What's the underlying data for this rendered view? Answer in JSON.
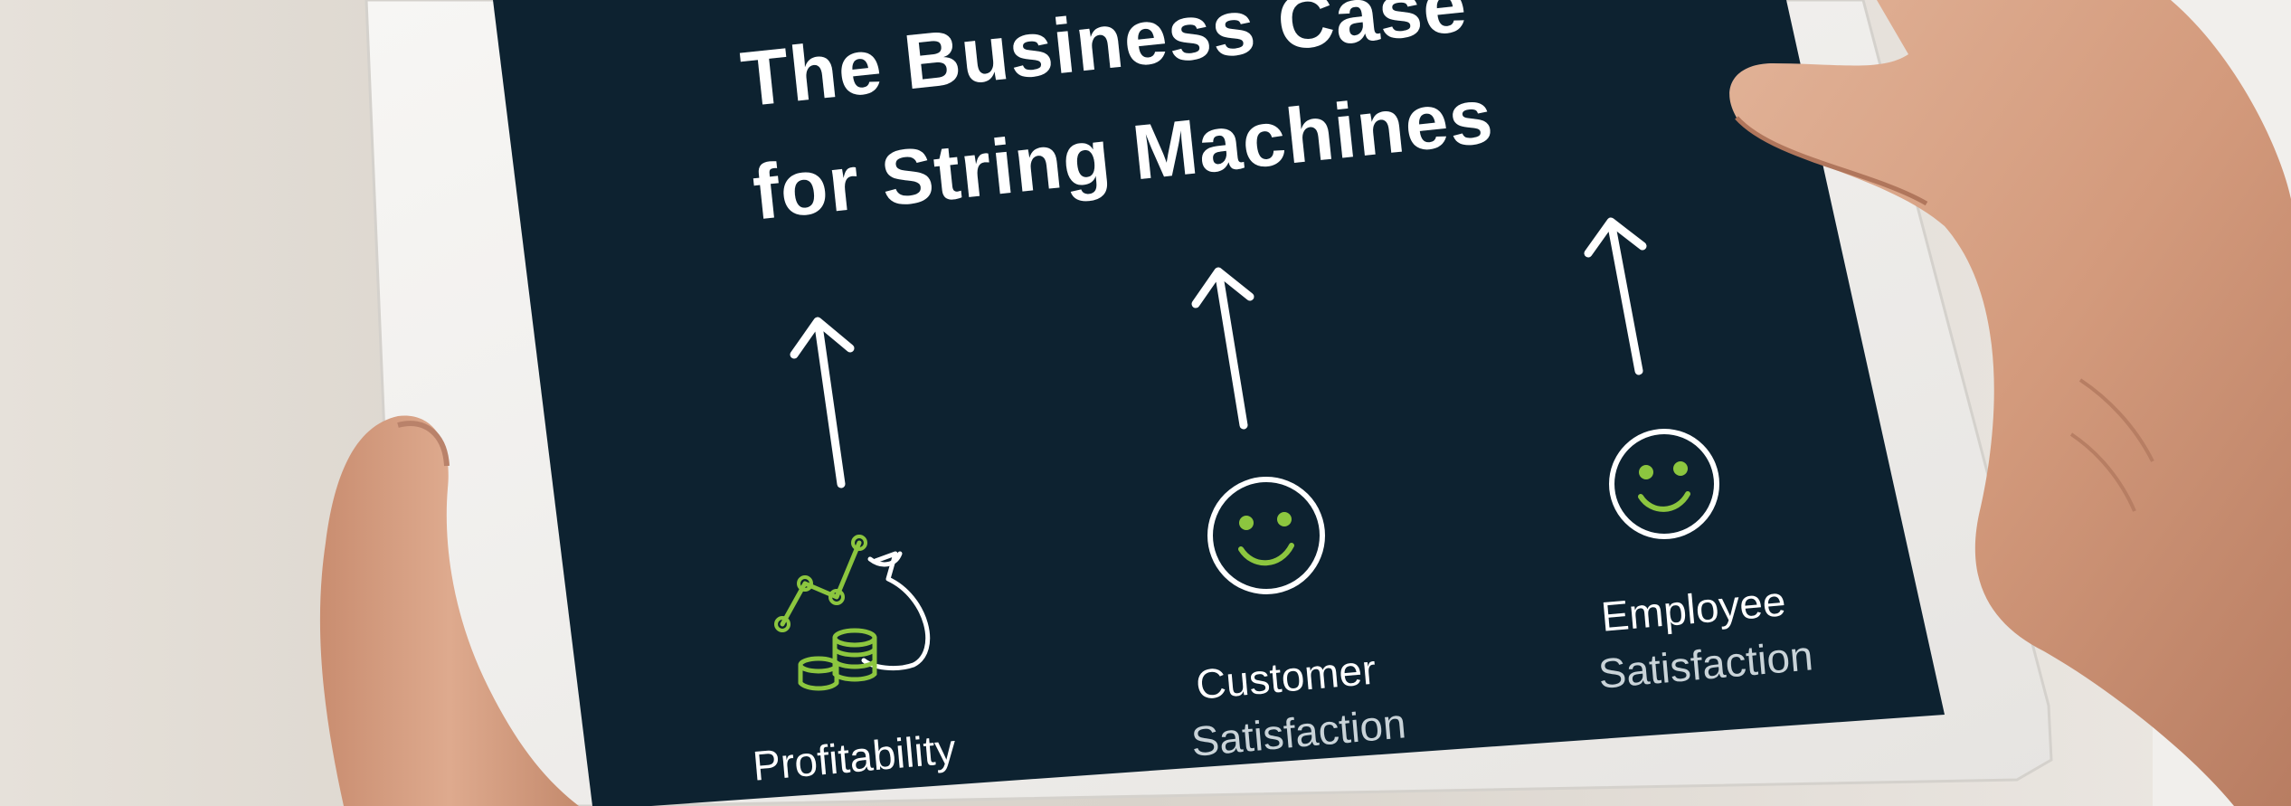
{
  "title": {
    "line1": "The Business Case",
    "line2": "for String Machines"
  },
  "benefits": [
    {
      "label": "Profitability",
      "icon": "money-growth-icon"
    },
    {
      "label_line1": "Customer",
      "label_line2": "Satisfaction",
      "icon": "smiley-face-icon"
    },
    {
      "label_line1": "Employee",
      "label_line2": "Satisfaction",
      "icon": "smiley-face-icon"
    }
  ],
  "colors": {
    "screen": "#0d2230",
    "accent_green": "#8cc63f",
    "text": "#ffffff",
    "tablet_frame": "#f2f1ef",
    "skin": "#d9a487"
  }
}
